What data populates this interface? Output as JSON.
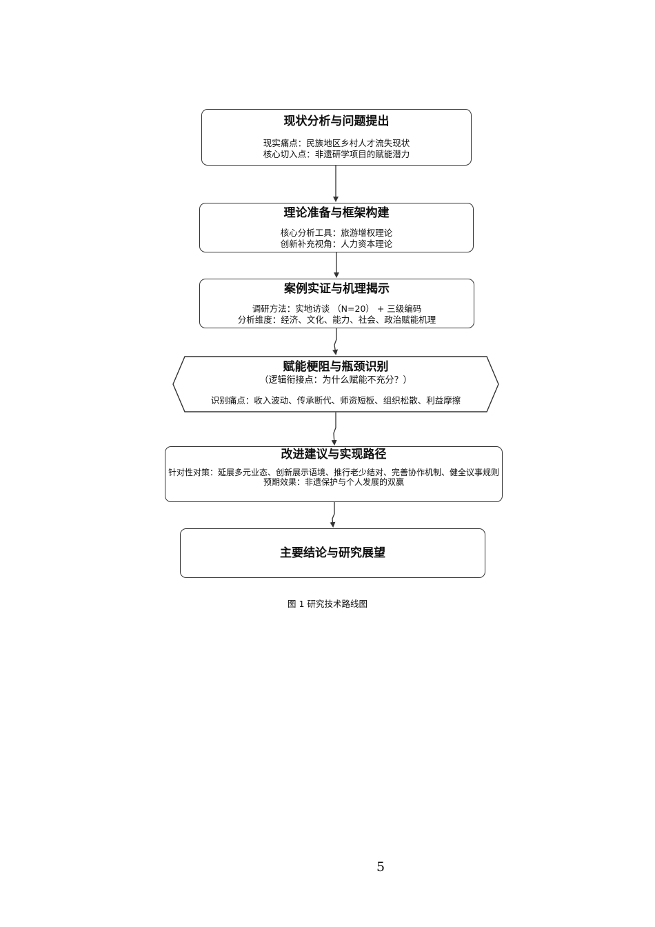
{
  "flowchart": {
    "step1": {
      "title": "现状分析与问题提出",
      "line1": "现实痛点：民族地区乡村人才流失现状",
      "line2": "核心切入点：非遗研学项目的赋能潜力"
    },
    "step2": {
      "title": "理论准备与框架构建",
      "line1": "核心分析工具：旅游增权理论",
      "line2": "创新补充视角：人力资本理论"
    },
    "step3": {
      "title": "案例实证与机理揭示",
      "line1": "调研方法：实地访谈 （N=20） + 三级编码",
      "line2": "分析维度：经济、文化、能力、社会、政治赋能机理"
    },
    "step4": {
      "title": "赋能梗阻与瓶颈识别",
      "subtitle": "（逻辑衔接点：为什么赋能不充分？）",
      "line1": "识别痛点：收入波动、传承断代、师资短板、组织松散、利益摩擦"
    },
    "step5": {
      "title": "改进建议与实现路径",
      "line1": "针对性对策：延展多元业态、创新展示语境、推行老少结对、完善协作机制、健全议事规则",
      "line2": "预期效果：非遗保护与个人发展的双赢"
    },
    "step6": {
      "title": "主要结论与研究展望"
    }
  },
  "caption": "图 1 研究技术路线图",
  "page_number": "5"
}
